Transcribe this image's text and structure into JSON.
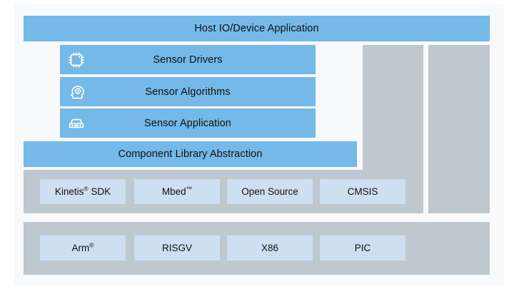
{
  "diagram": {
    "title_bar": {
      "label": "Host IO/Device Application"
    },
    "stack_layers": [
      {
        "label": "Sensor Drivers",
        "icon": "chip-icon"
      },
      {
        "label": "Sensor Algorithms",
        "icon": "head-gear-icon"
      },
      {
        "label": "Sensor Application",
        "icon": "car-icon"
      }
    ],
    "abstraction_bar": {
      "label": "Component Library Abstraction"
    },
    "middleware_row": {
      "chips": [
        {
          "label": "Kinetis",
          "suffix": "®",
          "tail": " SDK"
        },
        {
          "label": "Mbed",
          "suffix": "™",
          "tail": ""
        },
        {
          "label": "Open Source",
          "suffix": "",
          "tail": ""
        },
        {
          "label": "CMSIS",
          "suffix": "",
          "tail": ""
        }
      ]
    },
    "architecture_row": {
      "chips": [
        {
          "label": "Arm",
          "suffix": "®",
          "tail": ""
        },
        {
          "label": "RISGV",
          "suffix": "",
          "tail": ""
        },
        {
          "label": "X86",
          "suffix": "",
          "tail": ""
        },
        {
          "label": "PIC",
          "suffix": "",
          "tail": ""
        }
      ]
    },
    "colors": {
      "primary_blue": "#74b9e7",
      "chip_blue": "#cddff1",
      "panel_gray": "#bfc8ce",
      "background": "#f7f9fb",
      "text": "#111111"
    }
  }
}
